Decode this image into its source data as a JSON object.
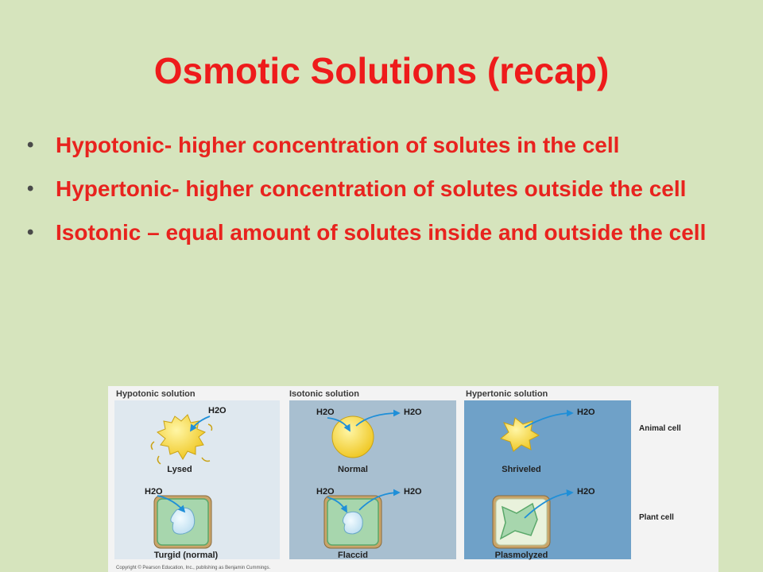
{
  "slide": {
    "title": "Osmotic Solutions (recap)",
    "bullets": [
      "Hypotonic- higher concentration of solutes in the cell",
      "Hypertonic- higher concentration of solutes outside the cell",
      "Isotonic – equal amount of solutes inside and outside the cell"
    ]
  },
  "figure": {
    "columns": [
      "Hypotonic solution",
      "Isotonic solution",
      "Hypertonic solution"
    ],
    "rows": [
      "Animal cell",
      "Plant cell"
    ],
    "water": "H2O",
    "animal_states": [
      "Lysed",
      "Normal",
      "Shriveled"
    ],
    "plant_states": [
      "Turgid (normal)",
      "Flaccid",
      "Plasmolyzed"
    ],
    "copyright": "Copyright © Pearson Education, Inc., publishing as Benjamin Cummings."
  },
  "colors": {
    "background": "#d6e4bd",
    "text": "#e8231e",
    "hypotonic_panel": "#dfe8ef",
    "isotonic_panel": "#a8bfd0",
    "hypertonic_panel": "#6fa1c8",
    "cell_yellow": "#f4d63a",
    "arrow_blue": "#1f8fd8"
  }
}
